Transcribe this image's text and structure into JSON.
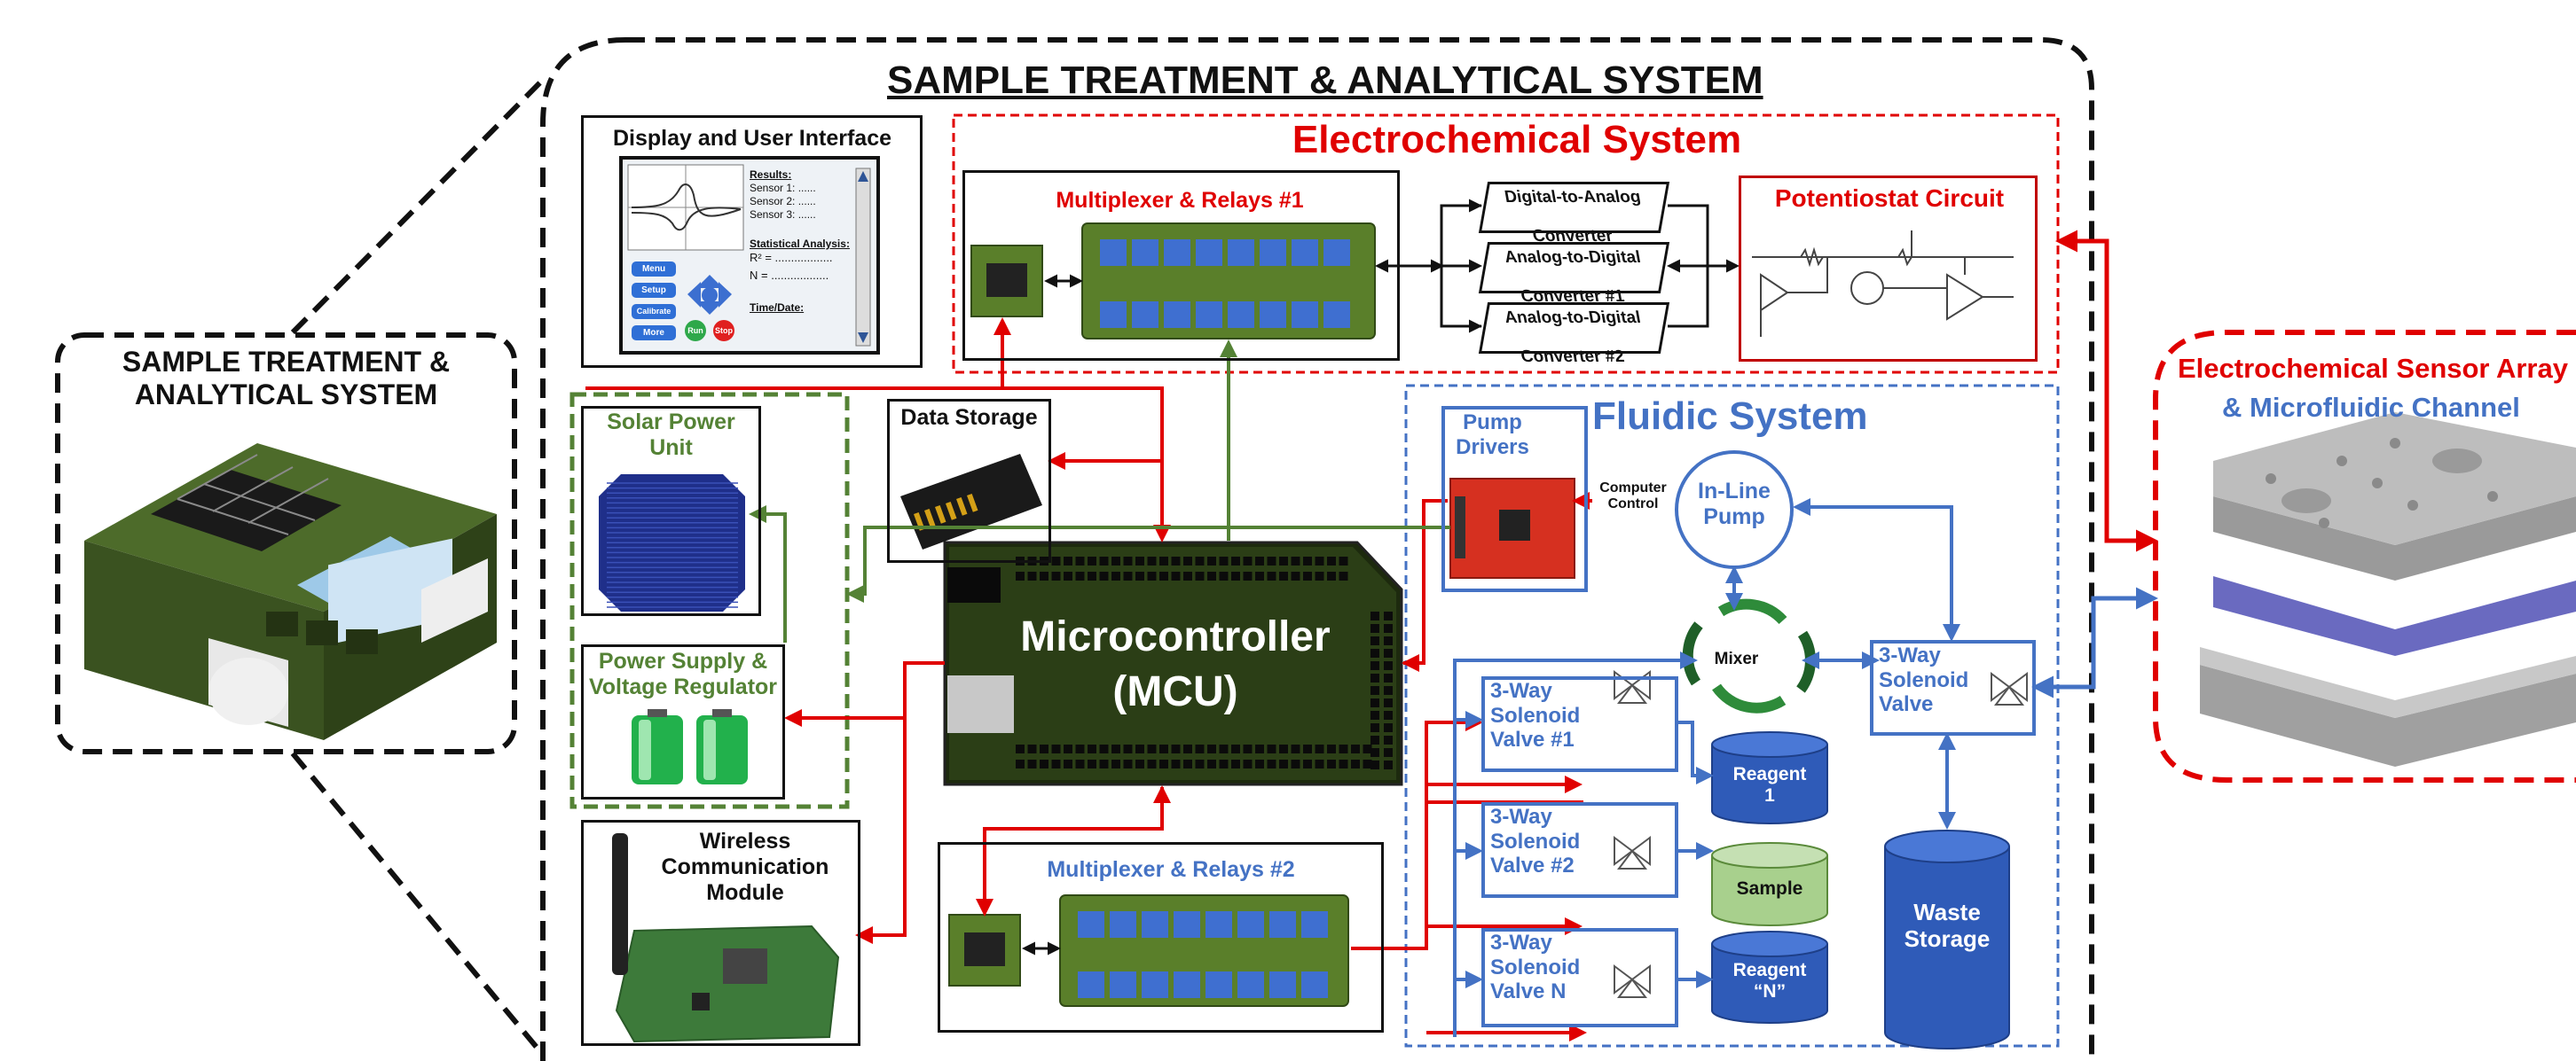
{
  "title": "SAMPLE TREATMENT & ANALYTICAL SYSTEM",
  "device": {
    "label_line1": "SAMPLE TREATMENT &",
    "label_line2": "ANALYTICAL SYSTEM"
  },
  "display": {
    "title": "Display and User Interface",
    "results_label": "Results:",
    "sensor1": "Sensor 1: ......",
    "sensor2": "Sensor 2: ......",
    "sensor3": "Sensor 3: ......",
    "stats_label": "Statistical Analysis:",
    "r2": "R² = ..................",
    "n": "N = ..................",
    "time_label": "Time/Date:",
    "btn_menu": "Menu",
    "btn_setup": "Setup",
    "btn_calibrate": "Calibrate",
    "btn_more": "More",
    "btn_run": "Run",
    "btn_stop": "Stop"
  },
  "electrochem": {
    "title": "Electrochemical System",
    "mux1": "Multiplexer & Relays #1",
    "dac_l1": "Digital-to-Analog",
    "dac_l2": "Converter",
    "adc1_l1": "Analog-to-Digital",
    "adc1_l2": "Converter #1",
    "adc2_l1": "Analog-to-Digital",
    "adc2_l2": "Converter #2",
    "potentiostat": "Potentiostat Circuit"
  },
  "solar": {
    "l1": "Solar Power",
    "l2": "Unit"
  },
  "power": {
    "l1": "Power Supply &",
    "l2": "Voltage Regulator"
  },
  "data_storage": "Data Storage",
  "mcu": {
    "l1": "Microcontroller",
    "l2": "(MCU)"
  },
  "wireless": {
    "l1": "Wireless",
    "l2": "Communication",
    "l3": "Module"
  },
  "mux2": "Multiplexer & Relays #2",
  "fluidic": {
    "title": "Fluidic System",
    "pump_drivers_l1": "Pump",
    "pump_drivers_l2": "Drivers",
    "computer_control_l1": "Computer",
    "computer_control_l2": "Control",
    "pump_l1": "In-Line",
    "pump_l2": "Pump",
    "mixer": "Mixer",
    "valve1": {
      "l1": "3-Way",
      "l2": "Solenoid",
      "l3": "Valve #1"
    },
    "valve2": {
      "l1": "3-Way",
      "l2": "Solenoid",
      "l3": "Valve #2"
    },
    "valveN": {
      "l1": "3-Way",
      "l2": "Solenoid",
      "l3": "Valve N"
    },
    "valve_out": {
      "l1": "3-Way",
      "l2": "Solenoid",
      "l3": "Valve"
    },
    "reagent1_l1": "Reagent",
    "reagent1_l2": "1",
    "sample": "Sample",
    "reagentN_l1": "Reagent",
    "reagentN_l2": "“N”",
    "waste_l1": "Waste",
    "waste_l2": "Storage"
  },
  "sensor_array": {
    "l1": "Electrochemical Sensor Array",
    "l2": "& Microfluidic Channel"
  },
  "colors": {
    "red": "#e00000",
    "blue": "#4472c4",
    "green": "#548235",
    "black": "#111111"
  }
}
